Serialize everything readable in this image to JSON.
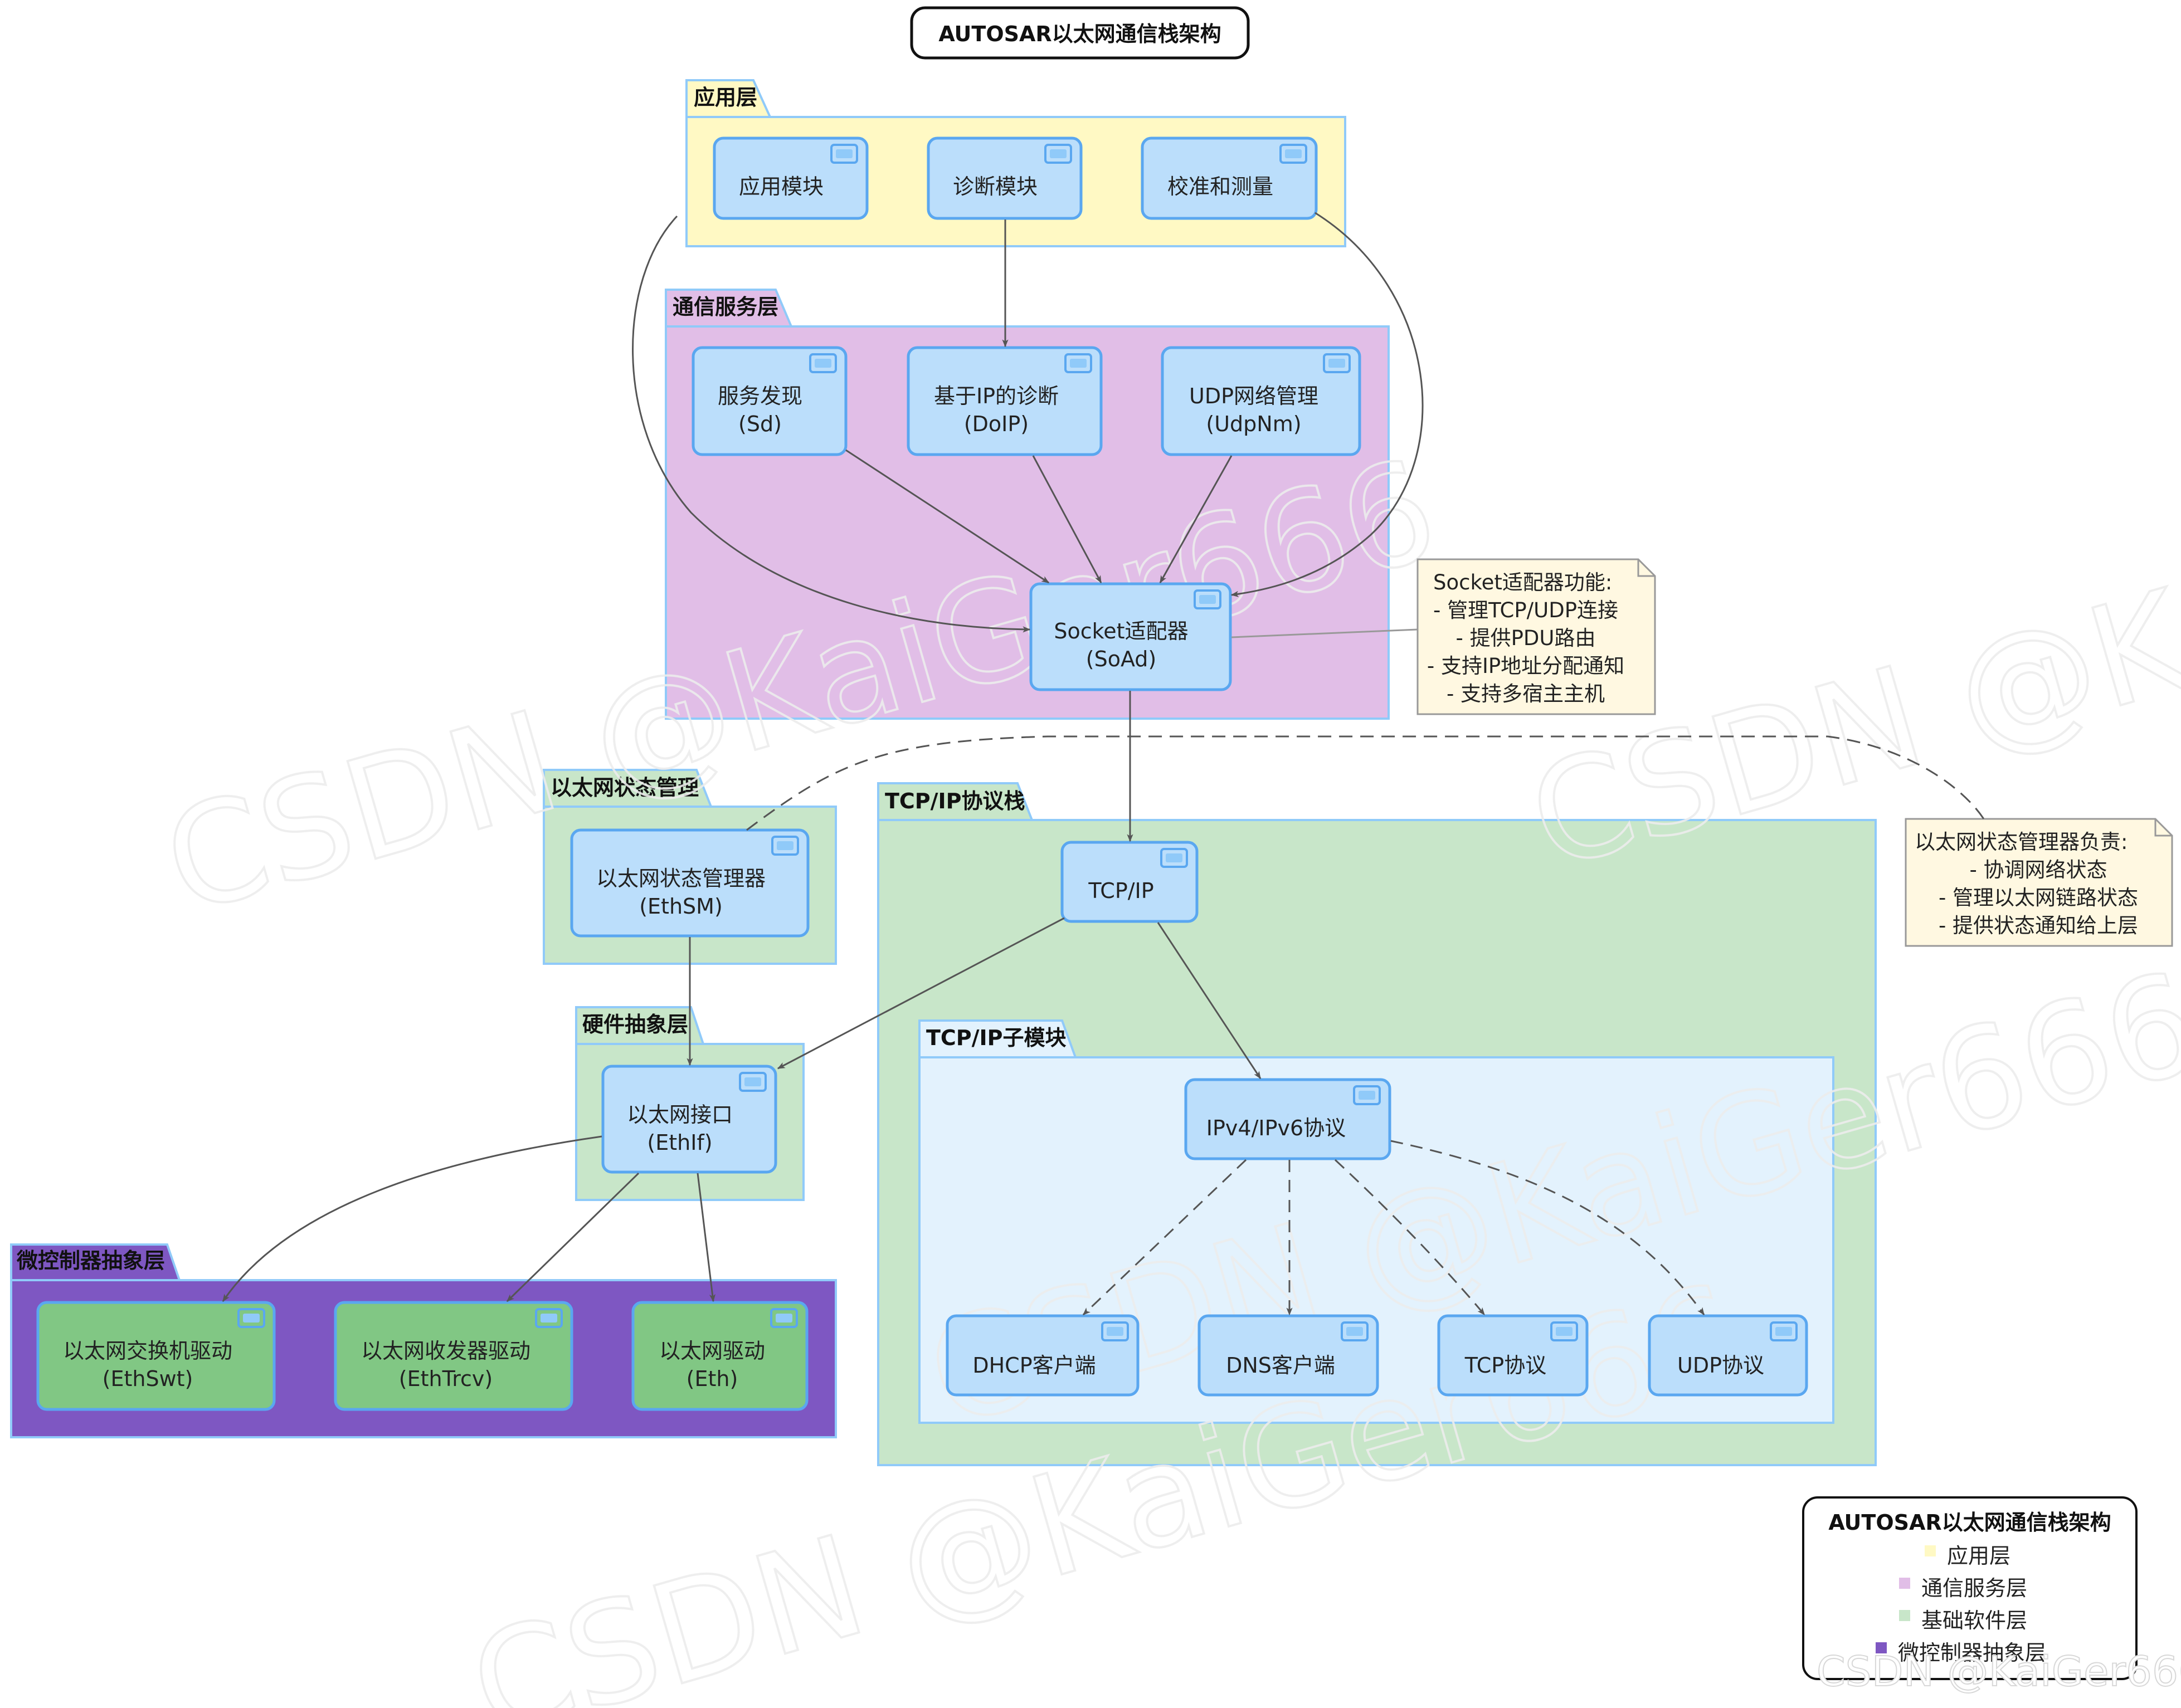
{
  "title": "AUTOSAR以太网通信栈架构",
  "packages": {
    "app": {
      "label": "应用层",
      "components": {
        "app_module": "应用模块",
        "diag_module": "诊断模块",
        "calib": "校准和测量"
      }
    },
    "comm": {
      "label": "通信服务层",
      "components": {
        "sd": [
          "服务发现",
          "(Sd)"
        ],
        "doip": [
          "基于IP的诊断",
          "(DoIP)"
        ],
        "udpnm": [
          "UDP网络管理",
          "(UdpNm)"
        ],
        "soad": [
          "Socket适配器",
          "(SoAd)"
        ]
      }
    },
    "ethsm_pkg": {
      "label": "以太网状态管理",
      "components": {
        "ethsm": [
          "以太网状态管理器",
          "(EthSM)"
        ]
      }
    },
    "tcpip_pkg": {
      "label": "TCP/IP协议栈",
      "components": {
        "tcpip": "TCP/IP"
      }
    },
    "sub_pkg": {
      "label": "TCP/IP子模块",
      "components": {
        "ipv": "IPv4/IPv6协议",
        "dhcp": "DHCP客户端",
        "dns": "DNS客户端",
        "tcp": "TCP协议",
        "udp": "UDP协议"
      }
    },
    "hw_pkg": {
      "label": "硬件抽象层",
      "components": {
        "ethif": [
          "以太网接口",
          "(EthIf)"
        ]
      }
    },
    "mcu_pkg": {
      "label": "微控制器抽象层",
      "components": {
        "ethswt": [
          "以太网交换机驱动",
          "(EthSwt)"
        ],
        "ethtrcv": [
          "以太网收发器驱动",
          "(EthTrcv)"
        ],
        "eth": [
          "以太网驱动",
          "(Eth)"
        ]
      }
    }
  },
  "notes": {
    "soad_note": [
      "Socket适配器功能:",
      "- 管理TCP/UDP连接",
      "- 提供PDU路由",
      "- 支持IP地址分配通知",
      "- 支持多宿主主机"
    ],
    "ethsm_note": [
      "以太网状态管理器负责:",
      "- 协调网络状态",
      "- 管理以太网链路状态",
      "- 提供状态通知给上层"
    ]
  },
  "legend": {
    "title": "AUTOSAR以太网通信栈架构",
    "items": [
      {
        "label": "应用层",
        "color": "#fff9c4"
      },
      {
        "label": "通信服务层",
        "color": "#e1bee7"
      },
      {
        "label": "基础软件层",
        "color": "#c8e6c9"
      },
      {
        "label": "微控制器抽象层",
        "color": "#7e57c2"
      }
    ]
  },
  "watermark": "CSDN @KaiGer666",
  "colors": {
    "app_bg": "#fff9c4",
    "comm_bg": "#e1bee7",
    "bsw_bg": "#c8e6c9",
    "sub_bg": "#e3f2fd",
    "mcu_bg": "#7e57c2",
    "comp_fill": "#bbdefb",
    "mcu_comp_fill": "#81c784",
    "note_bg": "#fff8e1"
  }
}
